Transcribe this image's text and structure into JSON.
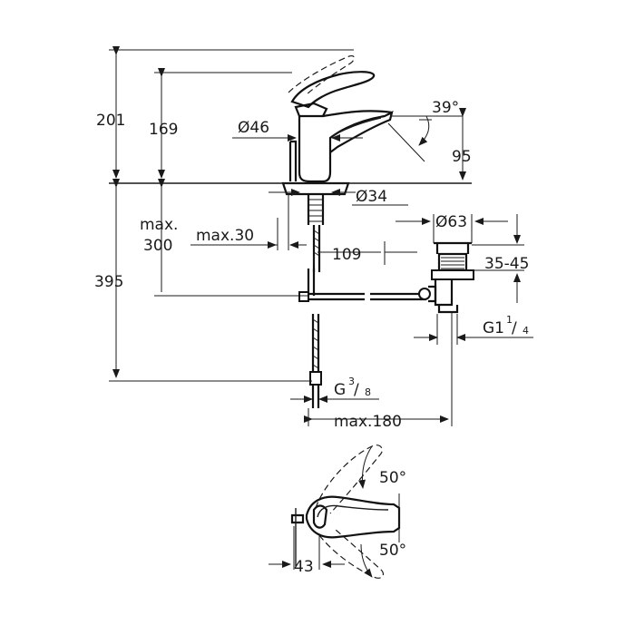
{
  "dimensions": {
    "d201": "201",
    "d169": "169",
    "d39deg": "39°",
    "d46": "Ø46",
    "d95": "95",
    "d34": "Ø34",
    "d63": "Ø63",
    "max300_a": "max.",
    "max300_b": "300",
    "max30": "max.30",
    "d109": "109",
    "d35_45": "35-45",
    "d395": "395",
    "g114_main": "G1",
    "g114_num": "1",
    "g114_den": "4",
    "g38_main": "G",
    "g38_num": "3",
    "g38_den": "8",
    "max180": "max.180",
    "angle_top": "50°",
    "angle_bottom": "50°",
    "d43": "43"
  }
}
